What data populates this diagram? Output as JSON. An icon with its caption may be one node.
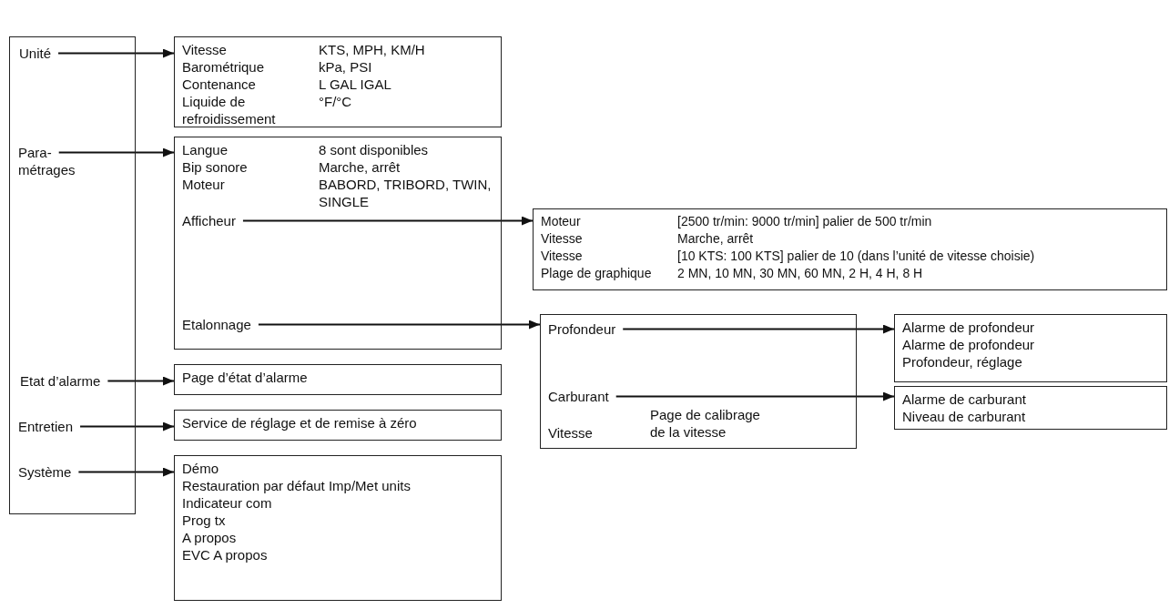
{
  "diagram": {
    "nodes": [
      {
        "text": [],
        "shape": "box"
      },
      {
        "text": [
          "Unité"
        ],
        "in": 0
      },
      {
        "text": [
          "Para- métrages"
        ],
        "in": 0
      },
      {
        "text": [
          "Etat d’alarme"
        ],
        "in": 0
      },
      {
        "text": [
          "Entretien"
        ],
        "in": 0
      },
      {
        "text": [
          "Système"
        ],
        "in": 0
      },
      {
        "text": [
          "Vitesse",
          "KTS, MPH, KM/H",
          "Barométrique",
          "kPa, PSI",
          "Contenance",
          "L GAL IGAL",
          "Liquide de refroidissement",
          "°F/°C"
        ]
      },
      {
        "text": [
          "Langue",
          "8 sont disponibles",
          "Bip sonore",
          "Marche, arrêt",
          "Moteur",
          "BABORD, TRIBORD, TWIN, SINGLE"
        ]
      },
      {
        "text": [
          "Afficheur"
        ],
        "in": 7
      },
      {
        "text": [
          "Etalonnage"
        ],
        "in": 7
      },
      {
        "text": [
          "Moteur",
          "[2500 tr/min: 9000 tr/min] palier de 500 tr/min",
          "Vitesse",
          "Marche, arrêt",
          "Vitesse",
          "[10 KTS: 100 KTS] palier de 10 (dans l’unité de vitesse choisie)",
          "Plage de graphique",
          "2 MN, 10 MN, 30 MN, 60 MN, 2 H, 4 H, 8 H"
        ]
      },
      {
        "text": [
          "Vitesse",
          "Page de calibrage de la vitesse"
        ]
      },
      {
        "text": [
          "Profondeur"
        ],
        "in": 11
      },
      {
        "text": [
          "Carburant"
        ],
        "in": 11
      },
      {
        "text": [
          "Alarme de profondeur",
          "Alarme de profondeur",
          "Profondeur,  réglage"
        ]
      },
      {
        "text": [
          "Alarme de carburant",
          "Niveau de carburant"
        ]
      },
      {
        "text": [
          "Page d’état d’alarme"
        ]
      },
      {
        "text": [
          "Service de réglage et de remise à zéro"
        ]
      },
      {
        "text": [
          "Démo",
          "Restauration par défaut Imp/Met units",
          "Indicateur com",
          "Prog tx",
          "A propos",
          "EVC A propos"
        ]
      }
    ],
    "edges": [
      {
        "from": 1,
        "to": 6,
        "arrow": "to"
      },
      {
        "from": 2,
        "to": 7,
        "arrow": "to"
      },
      {
        "from": 8,
        "to": 10,
        "arrow": "to"
      },
      {
        "from": 9,
        "to": 11,
        "arrow": "to"
      },
      {
        "from": 12,
        "to": 14,
        "arrow": "to"
      },
      {
        "from": 13,
        "to": 15,
        "arrow": "to"
      },
      {
        "from": 3,
        "to": 16,
        "arrow": "to"
      },
      {
        "from": 4,
        "to": 17,
        "arrow": "to"
      },
      {
        "from": 5,
        "to": 18,
        "arrow": "to"
      }
    ]
  }
}
